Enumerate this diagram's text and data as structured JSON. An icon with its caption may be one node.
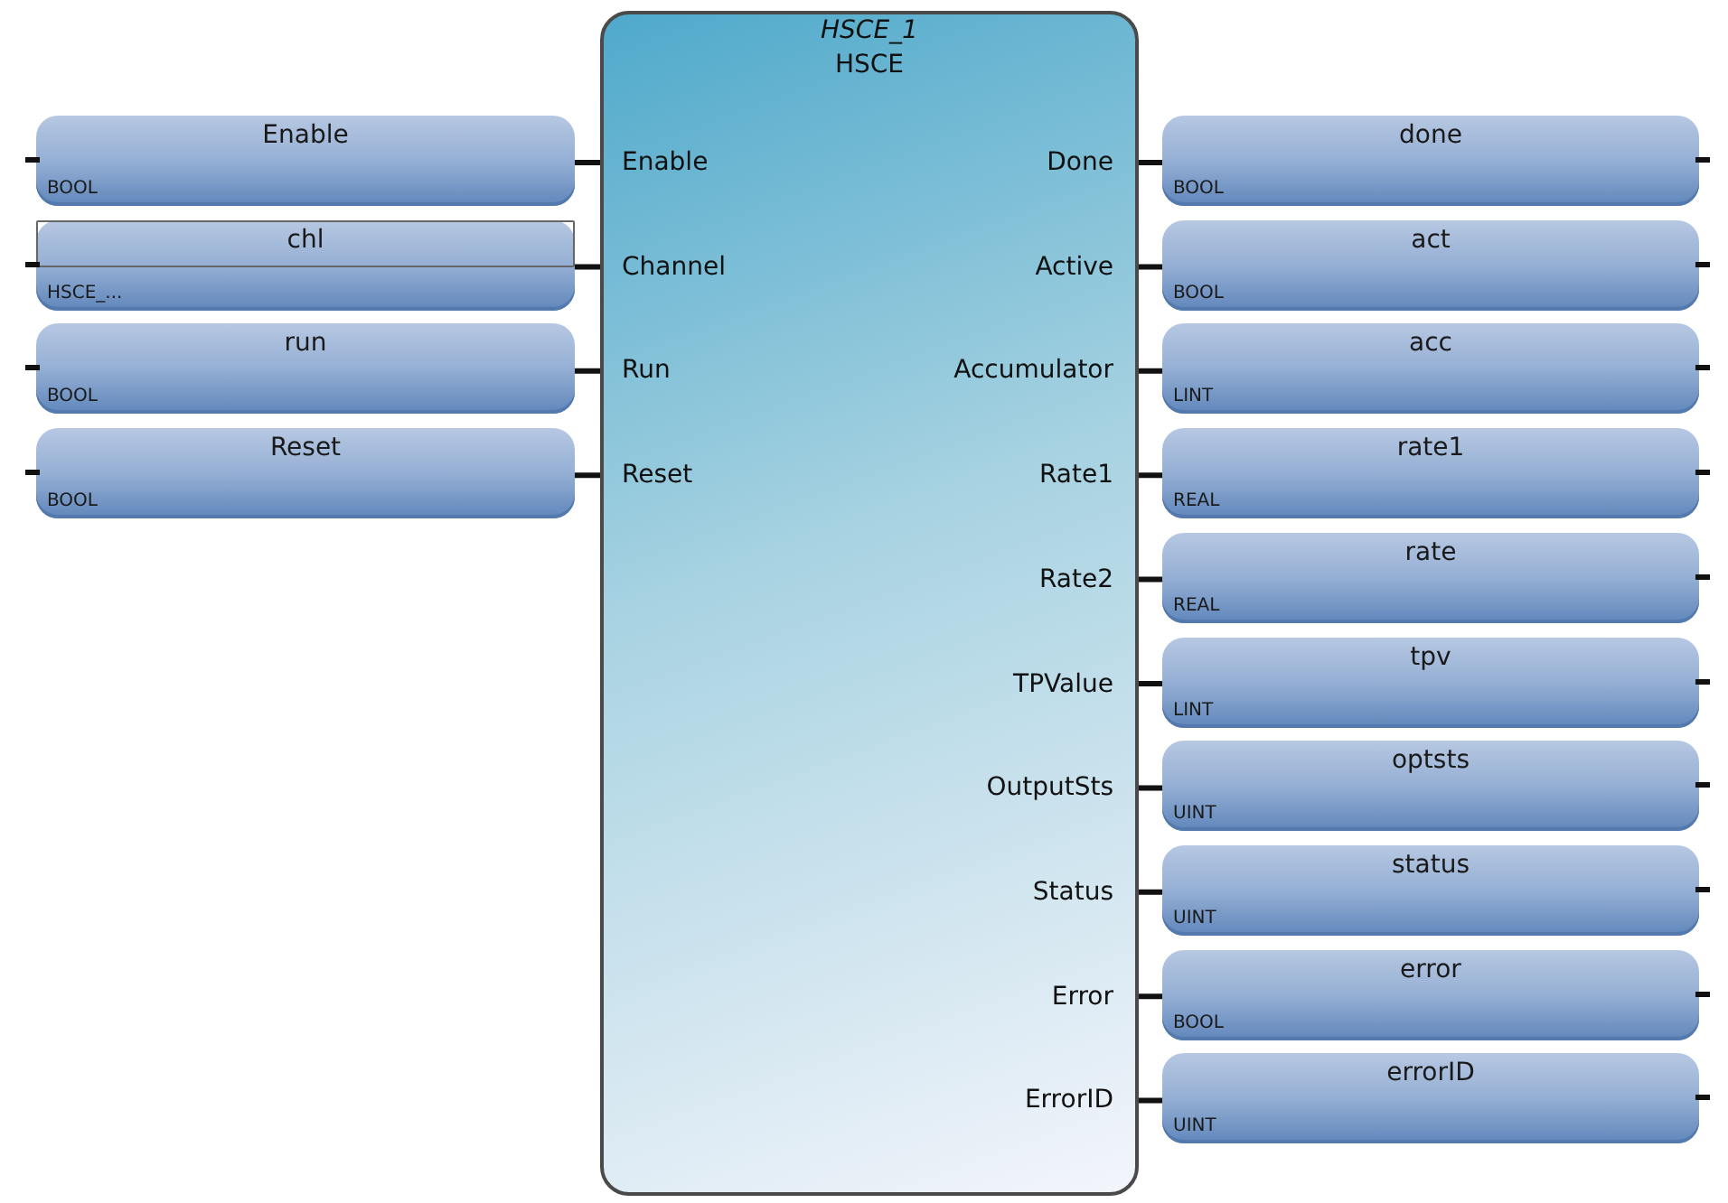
{
  "diagram": {
    "nodes": [
      {
        "text": [
          "HSCE_1",
          "HSCE"
        ]
      },
      {
        "text": [
          "Enable"
        ],
        "in": 0
      },
      {
        "text": [
          "Channel"
        ],
        "in": 0
      },
      {
        "text": [
          "Run"
        ],
        "in": 0
      },
      {
        "text": [
          "Reset"
        ],
        "in": 0
      },
      {
        "text": [
          "Done"
        ],
        "in": 0
      },
      {
        "text": [
          "Active"
        ],
        "in": 0
      },
      {
        "text": [
          "Accumulator"
        ],
        "in": 0
      },
      {
        "text": [
          "Rate1"
        ],
        "in": 0
      },
      {
        "text": [
          "Rate2"
        ],
        "in": 0
      },
      {
        "text": [
          "TPValue"
        ],
        "in": 0
      },
      {
        "text": [
          "OutputSts"
        ],
        "in": 0
      },
      {
        "text": [
          "Status"
        ],
        "in": 0
      },
      {
        "text": [
          "Error"
        ],
        "in": 0
      },
      {
        "text": [
          "ErrorID"
        ],
        "in": 0
      },
      {
        "text": [
          "Enable",
          "BOOL"
        ]
      },
      {
        "text": [
          "chl",
          "HSCE_..."
        ]
      },
      {
        "text": [
          "run",
          "BOOL"
        ]
      },
      {
        "text": [
          "Reset",
          "BOOL"
        ]
      },
      {
        "text": [
          "done",
          "BOOL"
        ]
      },
      {
        "text": [
          "act",
          "BOOL"
        ]
      },
      {
        "text": [
          "acc",
          "LINT"
        ]
      },
      {
        "text": [
          "rate1",
          "REAL"
        ]
      },
      {
        "text": [
          "rate",
          "REAL"
        ]
      },
      {
        "text": [
          "tpv",
          "LINT"
        ]
      },
      {
        "text": [
          "optsts",
          "UINT"
        ]
      },
      {
        "text": [
          "status",
          "UINT"
        ]
      },
      {
        "text": [
          "error",
          "BOOL"
        ]
      },
      {
        "text": [
          "errorID",
          "UINT"
        ]
      }
    ],
    "edges": [
      {
        "from": 15,
        "to": 1,
        "arrow": "none"
      },
      {
        "from": 16,
        "to": 2,
        "arrow": "none"
      },
      {
        "from": 17,
        "to": 3,
        "arrow": "none"
      },
      {
        "from": 18,
        "to": 4,
        "arrow": "none"
      },
      {
        "from": 5,
        "to": 19,
        "arrow": "none"
      },
      {
        "from": 6,
        "to": 20,
        "arrow": "none"
      },
      {
        "from": 7,
        "to": 21,
        "arrow": "none"
      },
      {
        "from": 8,
        "to": 22,
        "arrow": "none"
      },
      {
        "from": 9,
        "to": 23,
        "arrow": "none"
      },
      {
        "from": 10,
        "to": 24,
        "arrow": "none"
      },
      {
        "from": 11,
        "to": 25,
        "arrow": "none"
      },
      {
        "from": 12,
        "to": 26,
        "arrow": "none"
      },
      {
        "from": 13,
        "to": 27,
        "arrow": "none"
      },
      {
        "from": 14,
        "to": 28,
        "arrow": "none"
      }
    ]
  }
}
